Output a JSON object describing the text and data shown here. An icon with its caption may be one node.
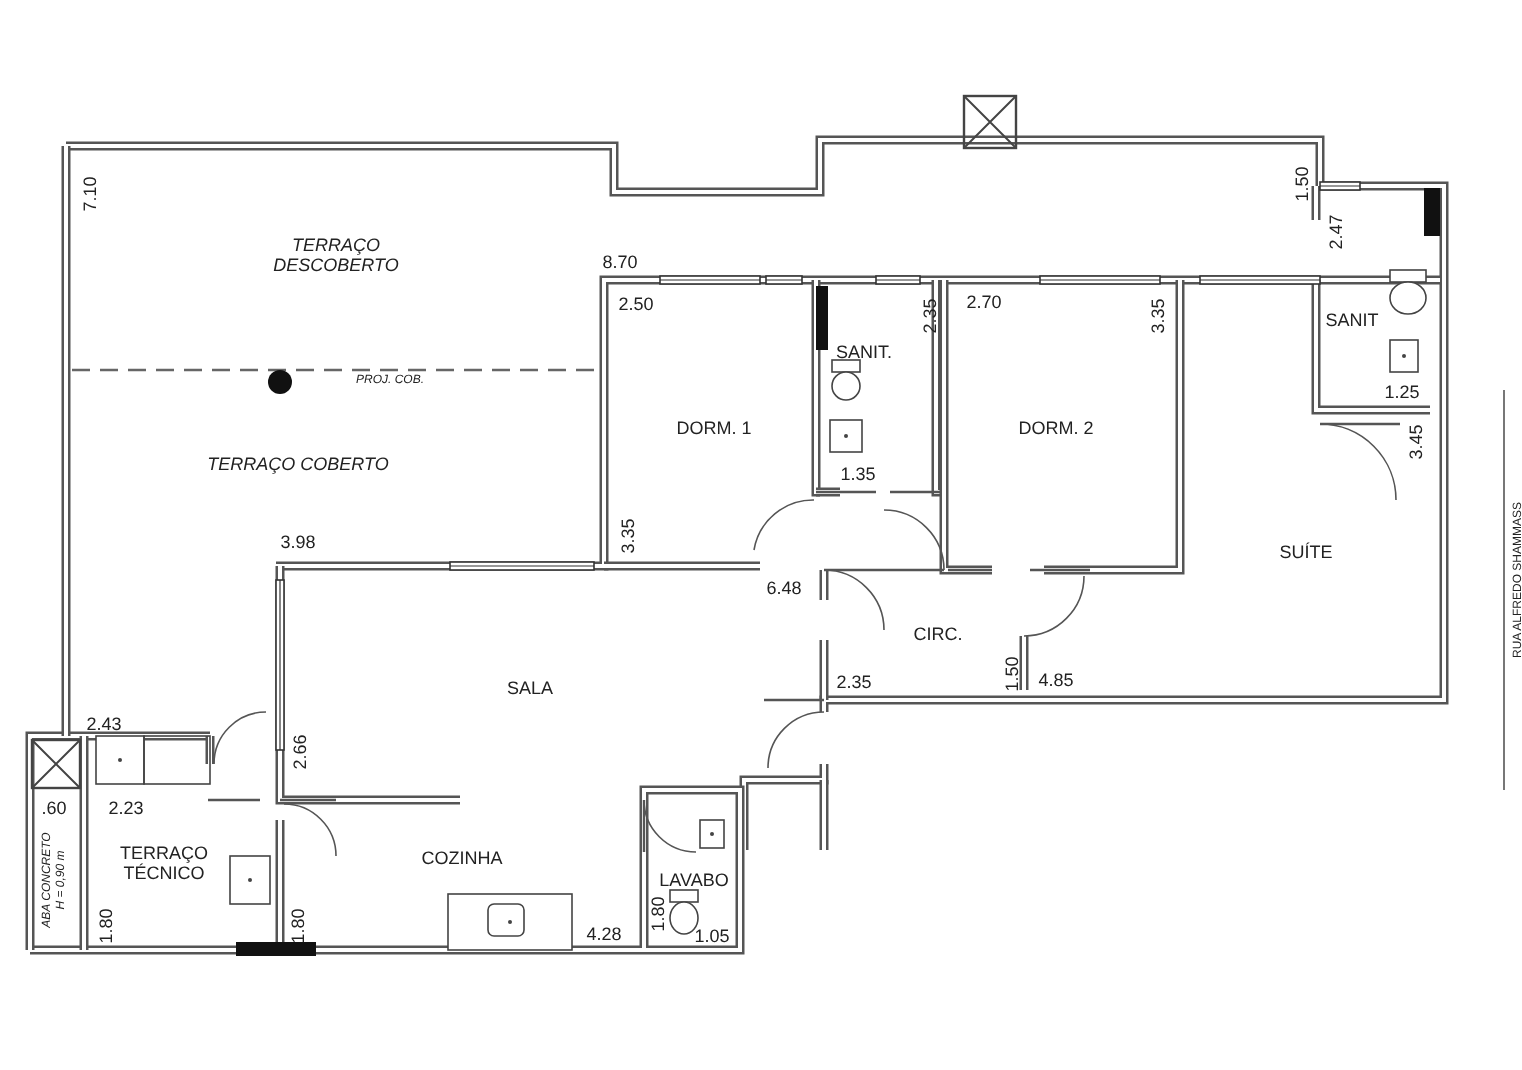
{
  "diagram": {
    "labels": [
      "7.10",
      "1.50",
      "TERRAÇO DESCOBERTO",
      "2.47",
      "8.70",
      "2.50",
      "2.35",
      "2.70",
      "3.35",
      "SANIT",
      "SANIT.",
      "PROJ. COB.",
      "1.25",
      "DORM. 1",
      "DORM. 2",
      "TERRAÇO COBERTO",
      "1.35",
      "3.45",
      "3.35",
      "SUÍTE",
      "RUA ALFREDO SHAMMASS",
      "3.98",
      "6.48",
      "CIRC.",
      "SALA",
      "2.35",
      "1.50",
      "4.85",
      "2.43",
      "2.66",
      ".60",
      "2.23",
      "TERRAÇO TÉCNICO",
      "COZINHA",
      "ABA CONCRETO H = 0,90 m",
      "LAVABO",
      "1.80",
      "1.80",
      "1.80",
      "4.28",
      "1.05"
    ]
  }
}
